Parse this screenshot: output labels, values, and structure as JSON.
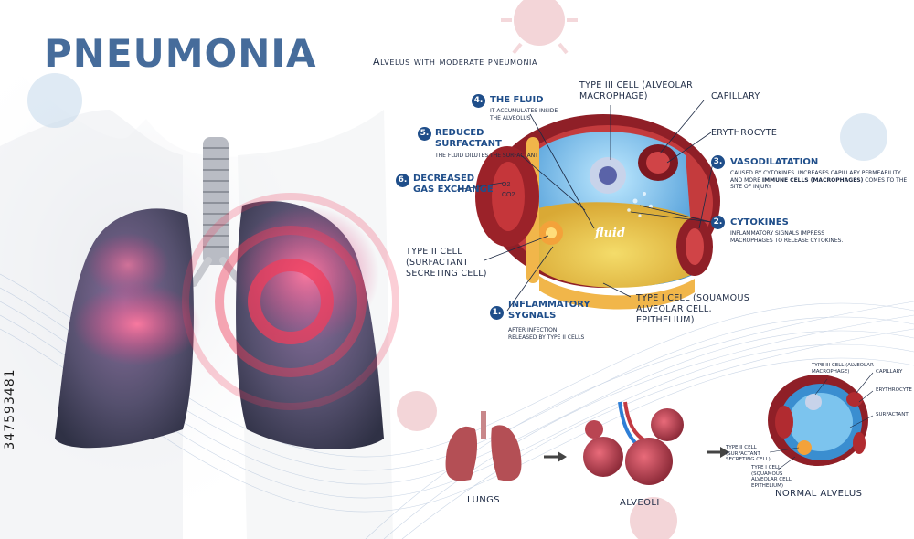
{
  "title": "PNEUMONIA",
  "subtitle": "Alvelus with moderate pneumonia",
  "side_id": "347593481",
  "fluid_word": "fluid",
  "gases": {
    "o2": "O2",
    "co2": "CO2"
  },
  "annotations": [
    {
      "num": "4.",
      "title": "THE FLUID",
      "desc": "IT ACCUMULATES INSIDE THE ALVEOLUS"
    },
    {
      "num": "5.",
      "title": "REDUCED SURFACTANT",
      "desc": "THE FLUID DILUTES THE SURFACTANT"
    },
    {
      "num": "6.",
      "title": "DECREASED GAS EXCHANGE",
      "desc": ""
    },
    {
      "num": "3.",
      "title": "VASODILATATION",
      "desc": "CAUSED BY CYTOKINES. INCREASES CAPILLARY PERMEABILITY AND MORE",
      "desc_bold": "IMMUNE CELLS (MACROPHAGES)",
      "desc_tail": "COMES TO THE SITE OF INJURY."
    },
    {
      "num": "2.",
      "title": "CYTOKINES",
      "desc": "INFLAMMATORY SIGNALS IMPRESS MACROPHAGES TO RELEASE CYTOKINES."
    },
    {
      "num": "1.",
      "title": "INFLAMMATORY SYGNALS",
      "desc": "AFTER INFECTION RELEASED BY TYPE II CELLS"
    }
  ],
  "labels": {
    "type3": "TYPE III CELL (ALVEOLAR MACROPHAGE)",
    "capillary": "CAPILLARY",
    "erythrocyte": "ERYTHROCYTE",
    "type2": "TYPE II CELL (SURFACTANT SECRETING CELL)",
    "type1": "TYPE I CELL (SQUAMOUS ALVEOLAR CELL, EPITHELIUM)"
  },
  "small_labels": {
    "type3": "TYPE III CELL (ALVEOLAR MACROPHAGE)",
    "capillary": "CAPILLARY",
    "erythrocyte": "ERYTHROCYTE",
    "surfactant": "SURFACTANT",
    "type2": "TYPE II CELL (SURFACTANT SECRETING CELL)",
    "type1": "TYPE I CELL (SQUAMOUS ALVEOLAR CELL, EPITHELIUM)"
  },
  "captions": {
    "lungs": "LUNGS",
    "alveoli": "ALVEOLI",
    "normal": "NORMAL ALVELUS"
  },
  "colors": {
    "title": "#466c9b",
    "badge": "#1f4e8a",
    "wall": "#b3262c",
    "fluid": "#e8c84a",
    "inflammation": "#e8344e"
  }
}
